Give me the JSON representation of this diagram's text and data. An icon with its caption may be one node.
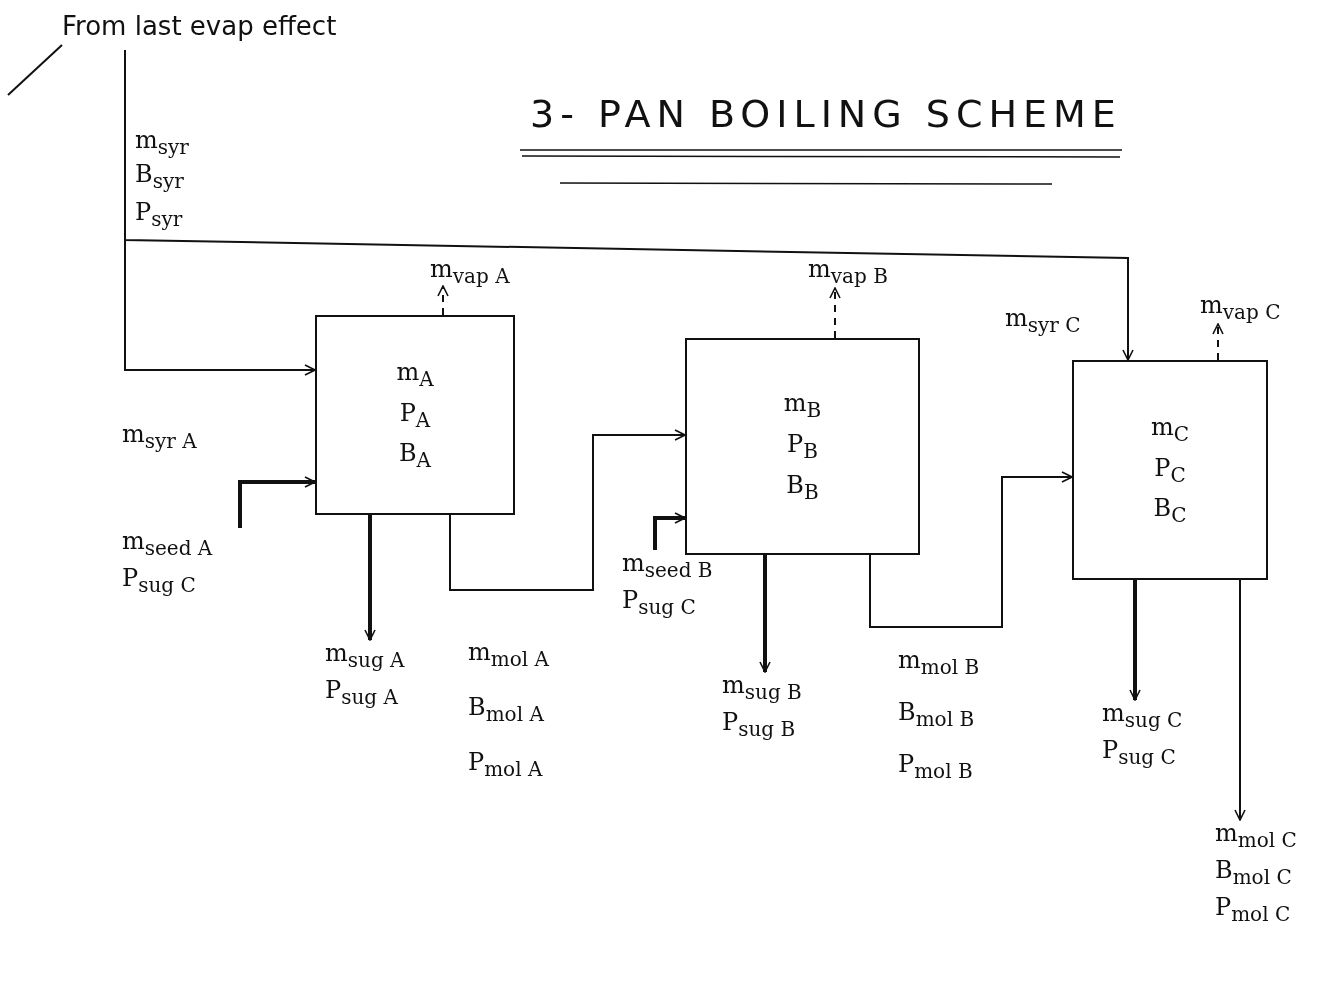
{
  "diagram": {
    "title": "3- PAN BOILING SCHEME",
    "nodes": [
      {
        "text": [
          "From last evap effect"
        ]
      },
      {
        "text": [
          "m$_{A}$",
          "P$_{A}$",
          "B$_{A}$"
        ]
      },
      {
        "text": [
          "m$_{B}$",
          "P$_{B}$",
          "B$_{B}$"
        ]
      },
      {
        "text": [
          "m$_{C}$",
          "P$_{C}$",
          "B$_{C}$"
        ]
      },
      {
        "text": [
          "m$_{vap A}$"
        ]
      },
      {
        "text": [
          "m$_{seed A}$",
          "P$_{sug C}$"
        ]
      },
      {
        "text": [
          "m$_{sug A}$",
          "P$_{sug A}$"
        ]
      },
      {
        "text": [
          "m$_{vap B}$"
        ]
      },
      {
        "text": [
          "m$_{seed B}$",
          "P$_{sug C}$"
        ]
      },
      {
        "text": [
          "m$_{sug B}$",
          "P$_{sug B}$"
        ]
      },
      {
        "text": [
          "m$_{vap C}$"
        ]
      },
      {
        "text": [
          "m$_{sug C}$",
          "P$_{sug C}$"
        ]
      },
      {
        "text": [
          "m$_{mol C}$",
          "B$_{mol C}$",
          "P$_{mol C}$"
        ]
      }
    ],
    "edges": [
      {
        "from": 0,
        "to": 1,
        "arrow": "to"
      },
      {
        "from": 0,
        "to": 3,
        "arrow": "to"
      },
      {
        "from": 5,
        "to": 1,
        "arrow": "to",
        "style": "thick"
      },
      {
        "from": 1,
        "to": 4,
        "arrow": "to",
        "style": "dashed"
      },
      {
        "from": 1,
        "to": 6,
        "arrow": "to",
        "style": "thick"
      },
      {
        "from": 1,
        "to": 2,
        "arrow": "to"
      },
      {
        "from": 8,
        "to": 2,
        "arrow": "to",
        "style": "thick"
      },
      {
        "from": 2,
        "to": 7,
        "arrow": "to",
        "style": "dashed"
      },
      {
        "from": 2,
        "to": 9,
        "arrow": "to",
        "style": "thick"
      },
      {
        "from": 2,
        "to": 3,
        "arrow": "to"
      },
      {
        "from": 3,
        "to": 10,
        "arrow": "to",
        "style": "dashed"
      },
      {
        "from": 3,
        "to": 11,
        "arrow": "to",
        "style": "thick"
      },
      {
        "from": 3,
        "to": 12,
        "arrow": "to"
      },
      {
        "from": null,
        "to": 0,
        "arrow": "none"
      }
    ],
    "labels": [
      "m$_{syr}$",
      "B$_{syr}$",
      "P$_{syr}$",
      "m$_{syr A}$",
      "m$_{mol A}$",
      "B$_{mol A}$",
      "P$_{mol A}$",
      "m$_{mol B}$",
      "B$_{mol B}$",
      "P$_{mol B}$",
      "m$_{syr C}$"
    ]
  }
}
